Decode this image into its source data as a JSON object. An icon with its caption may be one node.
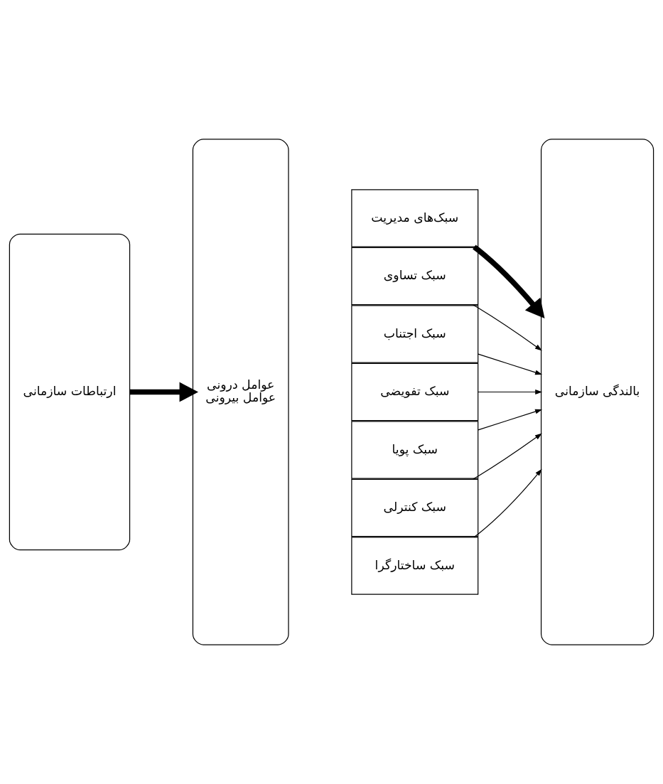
{
  "diagram": {
    "nodes": [
      {
        "text": [
          "ارتباطات سازمانی"
        ]
      },
      {
        "text": [
          "عوامل درونی",
          "عوامل بیرونی"
        ]
      },
      {
        "text": [
          "سبک‌های مدیریت"
        ]
      },
      {
        "text": [
          "سبک تساوی"
        ]
      },
      {
        "text": [
          "سبک اجتناب"
        ]
      },
      {
        "text": [
          "سبک تفویضی"
        ]
      },
      {
        "text": [
          "سبک پویا"
        ]
      },
      {
        "text": [
          "سبک کنترلی"
        ]
      },
      {
        "text": [
          "سبک ساختارگرا"
        ]
      },
      {
        "text": [
          "بالندگی سازمانی"
        ]
      }
    ],
    "edges": [
      {
        "from": 0,
        "to": 1,
        "arrow": "to",
        "style": "thick"
      },
      {
        "from": 2,
        "to": 9,
        "arrow": "to",
        "style": "thick"
      },
      {
        "from": 3,
        "to": 9,
        "arrow": "to"
      },
      {
        "from": 4,
        "to": 9,
        "arrow": "to"
      },
      {
        "from": 5,
        "to": 9,
        "arrow": "to"
      },
      {
        "from": 6,
        "to": 9,
        "arrow": "to"
      },
      {
        "from": 7,
        "to": 9,
        "arrow": "to"
      },
      {
        "from": 8,
        "to": 9,
        "arrow": "to"
      }
    ]
  }
}
